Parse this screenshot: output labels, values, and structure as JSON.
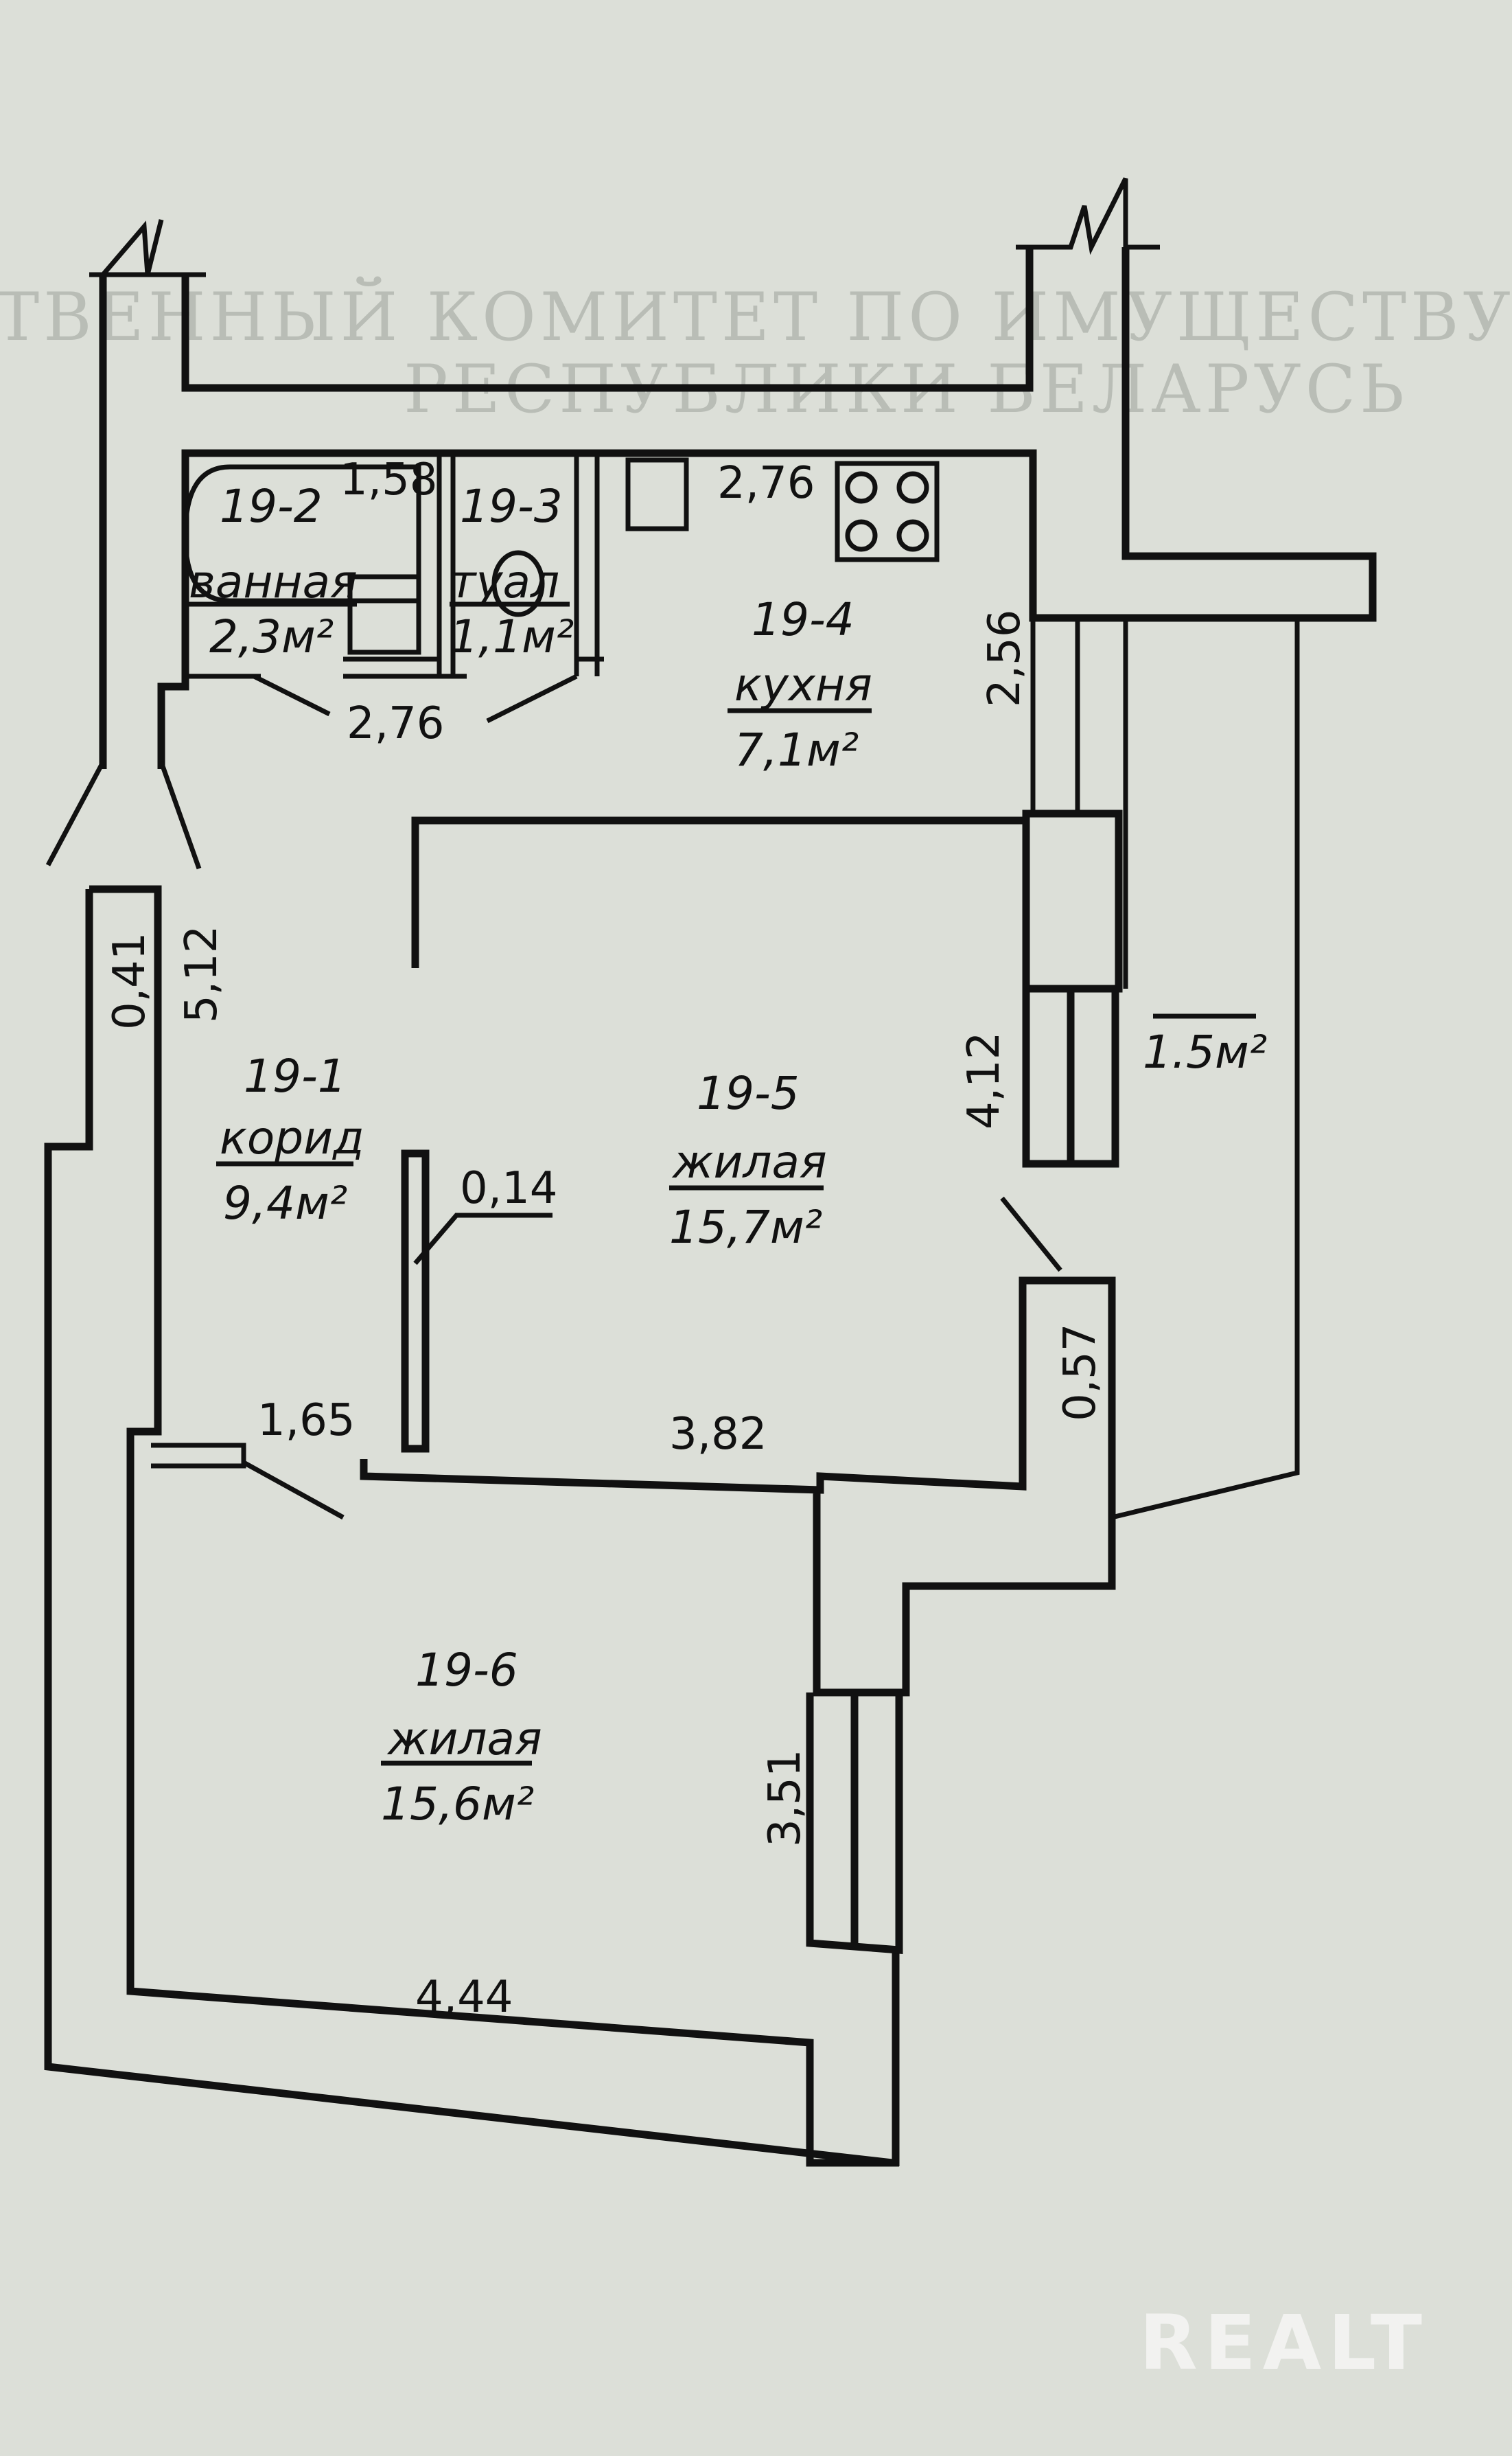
{
  "ghost_text": [
    "ТВЕННЫЙ КОМИТЕТ ПО ИМУЩЕСТВУ",
    "РЕСПУБЛИКИ БЕЛАРУСЬ"
  ],
  "rooms": [
    {
      "id": "19-1",
      "name": "корид",
      "area": "9,4м²"
    },
    {
      "id": "19-2",
      "name": "ванная",
      "area": "2,3м²"
    },
    {
      "id": "19-3",
      "name": "туал",
      "area": "1,1м²"
    },
    {
      "id": "19-4",
      "name": "кухня",
      "area": "7,1м²"
    },
    {
      "id": "19-5",
      "name": "жилая",
      "area": "15,7м²"
    },
    {
      "id": "19-6",
      "name": "жилая",
      "area": "15,6м²"
    }
  ],
  "balcony_area": "1.5м²",
  "dimensions": {
    "bath_top": "1,58",
    "kitchen_top": "2,76",
    "bath_bottom": "2,76",
    "kitchen_side": "2,56",
    "corridor_wall": "0,41",
    "corridor_length": "5,12",
    "living_side": "4,12",
    "partition": "0,14",
    "pier": "0,57",
    "door": "1,65",
    "living_bottom": "3,82",
    "bedroom_side": "3,51",
    "bedroom_bottom": "4,44"
  },
  "watermark": "REALT"
}
